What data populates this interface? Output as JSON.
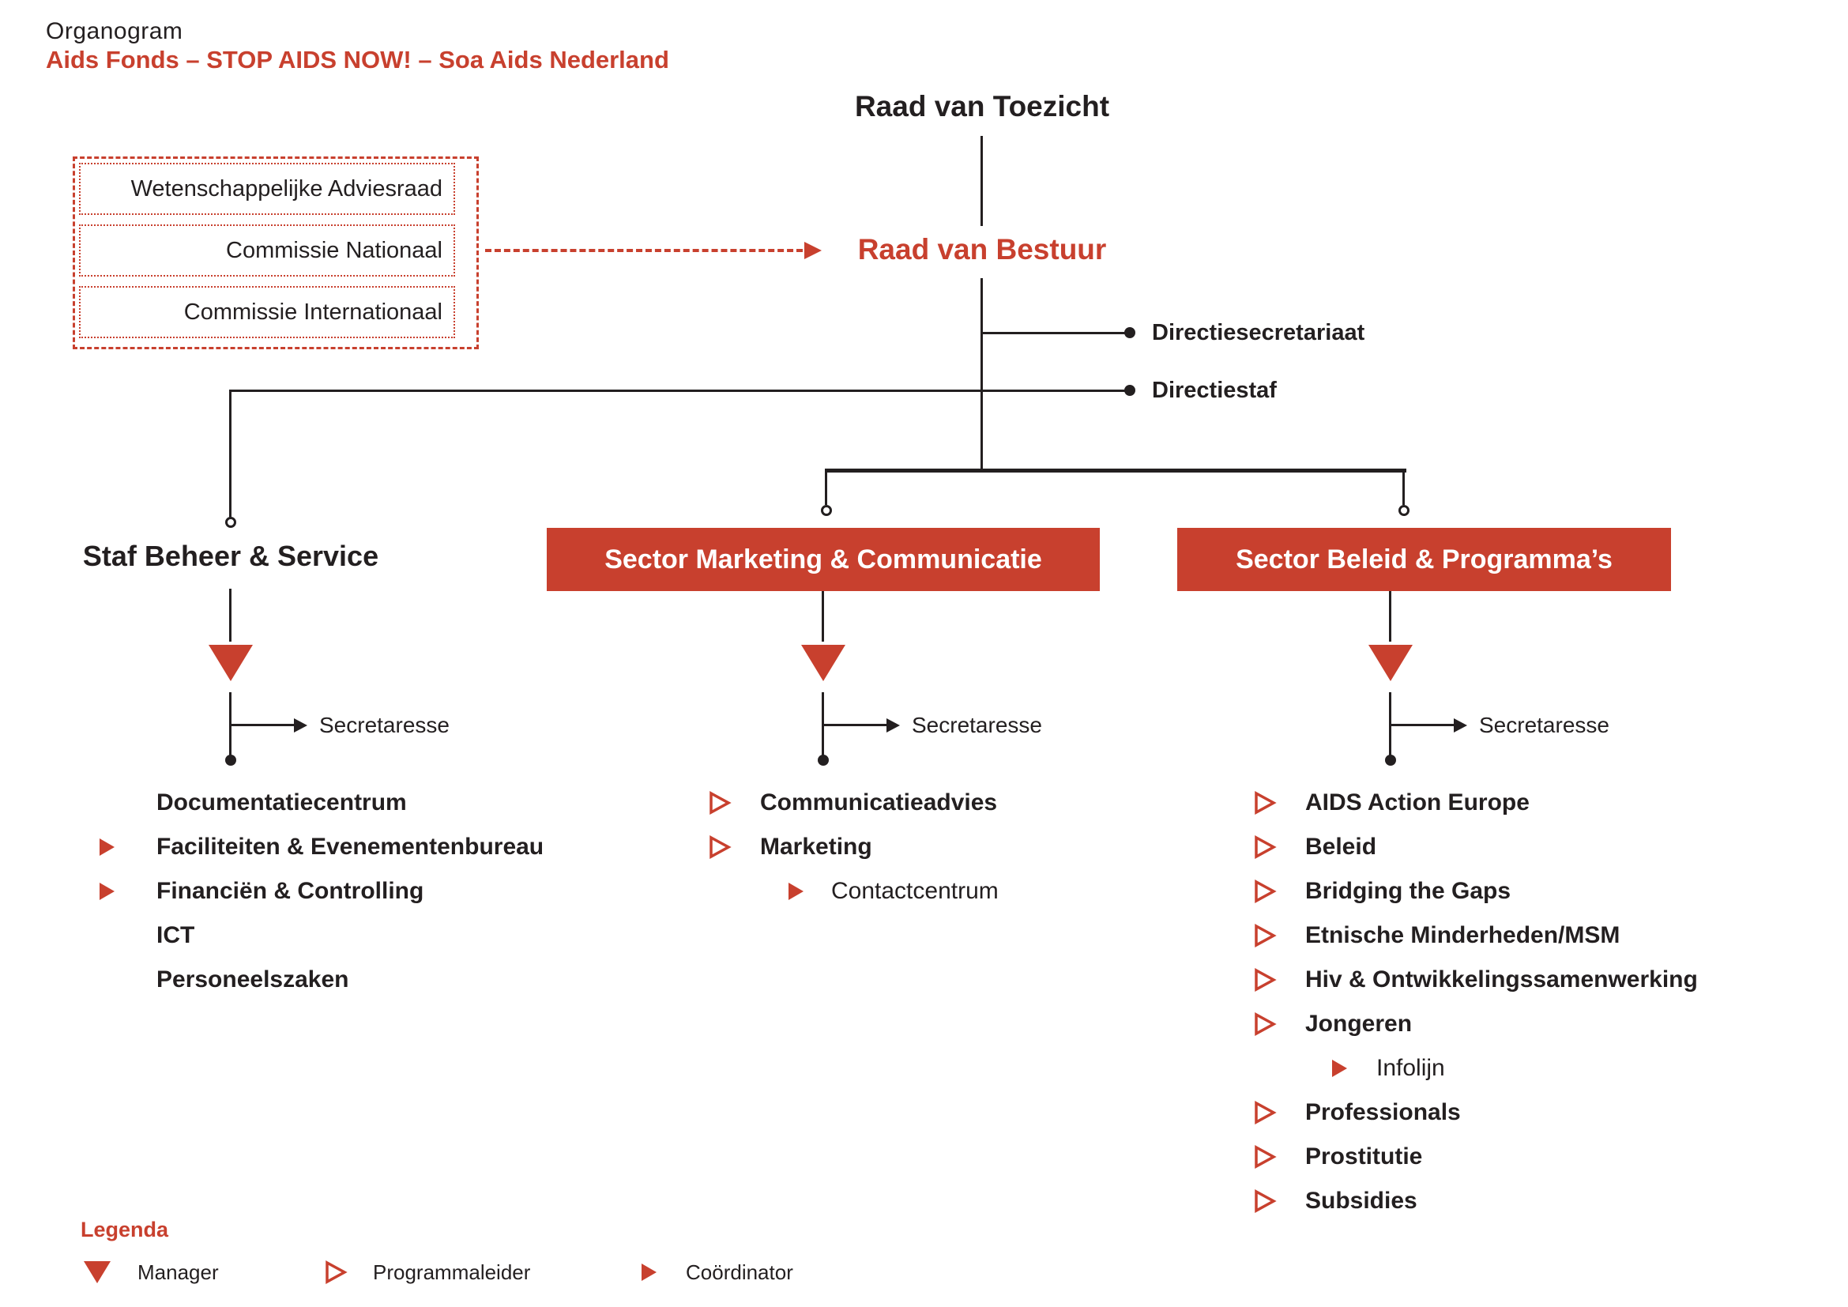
{
  "header": {
    "title": "Organogram",
    "subtitle": "Aids Fonds – STOP AIDS NOW! – Soa Aids Nederland"
  },
  "nodes": {
    "raad_van_toezicht": "Raad van Toezicht",
    "raad_van_bestuur": "Raad van Bestuur",
    "directiesecretariaat": "Directiesecretariaat",
    "directiestaf": "Directiestaf"
  },
  "advisory_boxes": [
    {
      "label": "Wetenschappelijke Adviesraad"
    },
    {
      "label": "Commissie Nationaal"
    },
    {
      "label": "Commissie Internationaal"
    }
  ],
  "columns": [
    {
      "header": "Staf Beheer & Service",
      "header_style": "plain",
      "secretaresse": "Secretaresse",
      "items": [
        {
          "label": "Documentatiecentrum",
          "marker": "none",
          "indent": 0
        },
        {
          "label": "Faciliteiten & Evenementenbureau",
          "marker": "coordinator",
          "indent": 0
        },
        {
          "label": "Financiën & Controlling",
          "marker": "coordinator",
          "indent": 0
        },
        {
          "label": "ICT",
          "marker": "none",
          "indent": 0
        },
        {
          "label": "Personeelszaken",
          "marker": "none",
          "indent": 0
        }
      ]
    },
    {
      "header": "Sector Marketing & Communicatie",
      "header_style": "red-box",
      "secretaresse": "Secretaresse",
      "items": [
        {
          "label": "Communicatieadvies",
          "marker": "programmaleider",
          "indent": 0
        },
        {
          "label": "Marketing",
          "marker": "programmaleider",
          "indent": 0
        },
        {
          "label": "Contactcentrum",
          "marker": "coordinator",
          "indent": 1
        }
      ]
    },
    {
      "header": "Sector Beleid & Programma’s",
      "header_style": "red-box",
      "secretaresse": "Secretaresse",
      "items": [
        {
          "label": "AIDS Action Europe",
          "marker": "programmaleider",
          "indent": 0
        },
        {
          "label": "Beleid",
          "marker": "programmaleider",
          "indent": 0
        },
        {
          "label": "Bridging the Gaps",
          "marker": "programmaleider",
          "indent": 0
        },
        {
          "label": "Etnische Minderheden/MSM",
          "marker": "programmaleider",
          "indent": 0
        },
        {
          "label": "Hiv & Ontwikkelingssamenwerking",
          "marker": "programmaleider",
          "indent": 0
        },
        {
          "label": "Jongeren",
          "marker": "programmaleider",
          "indent": 0
        },
        {
          "label": "Infolijn",
          "marker": "coordinator",
          "indent": 1
        },
        {
          "label": "Professionals",
          "marker": "programmaleider",
          "indent": 0
        },
        {
          "label": "Prostitutie",
          "marker": "programmaleider",
          "indent": 0
        },
        {
          "label": "Subsidies",
          "marker": "programmaleider",
          "indent": 0
        }
      ]
    }
  ],
  "legend": {
    "title": "Legenda",
    "items": [
      {
        "label": "Manager",
        "marker": "manager"
      },
      {
        "label": "Programmaleider",
        "marker": "programmaleider"
      },
      {
        "label": "Coördinator",
        "marker": "coordinator"
      }
    ]
  },
  "colors": {
    "red": "#c8402e",
    "ink": "#231f20",
    "background": "#ffffff",
    "box_text": "#ffffff"
  }
}
